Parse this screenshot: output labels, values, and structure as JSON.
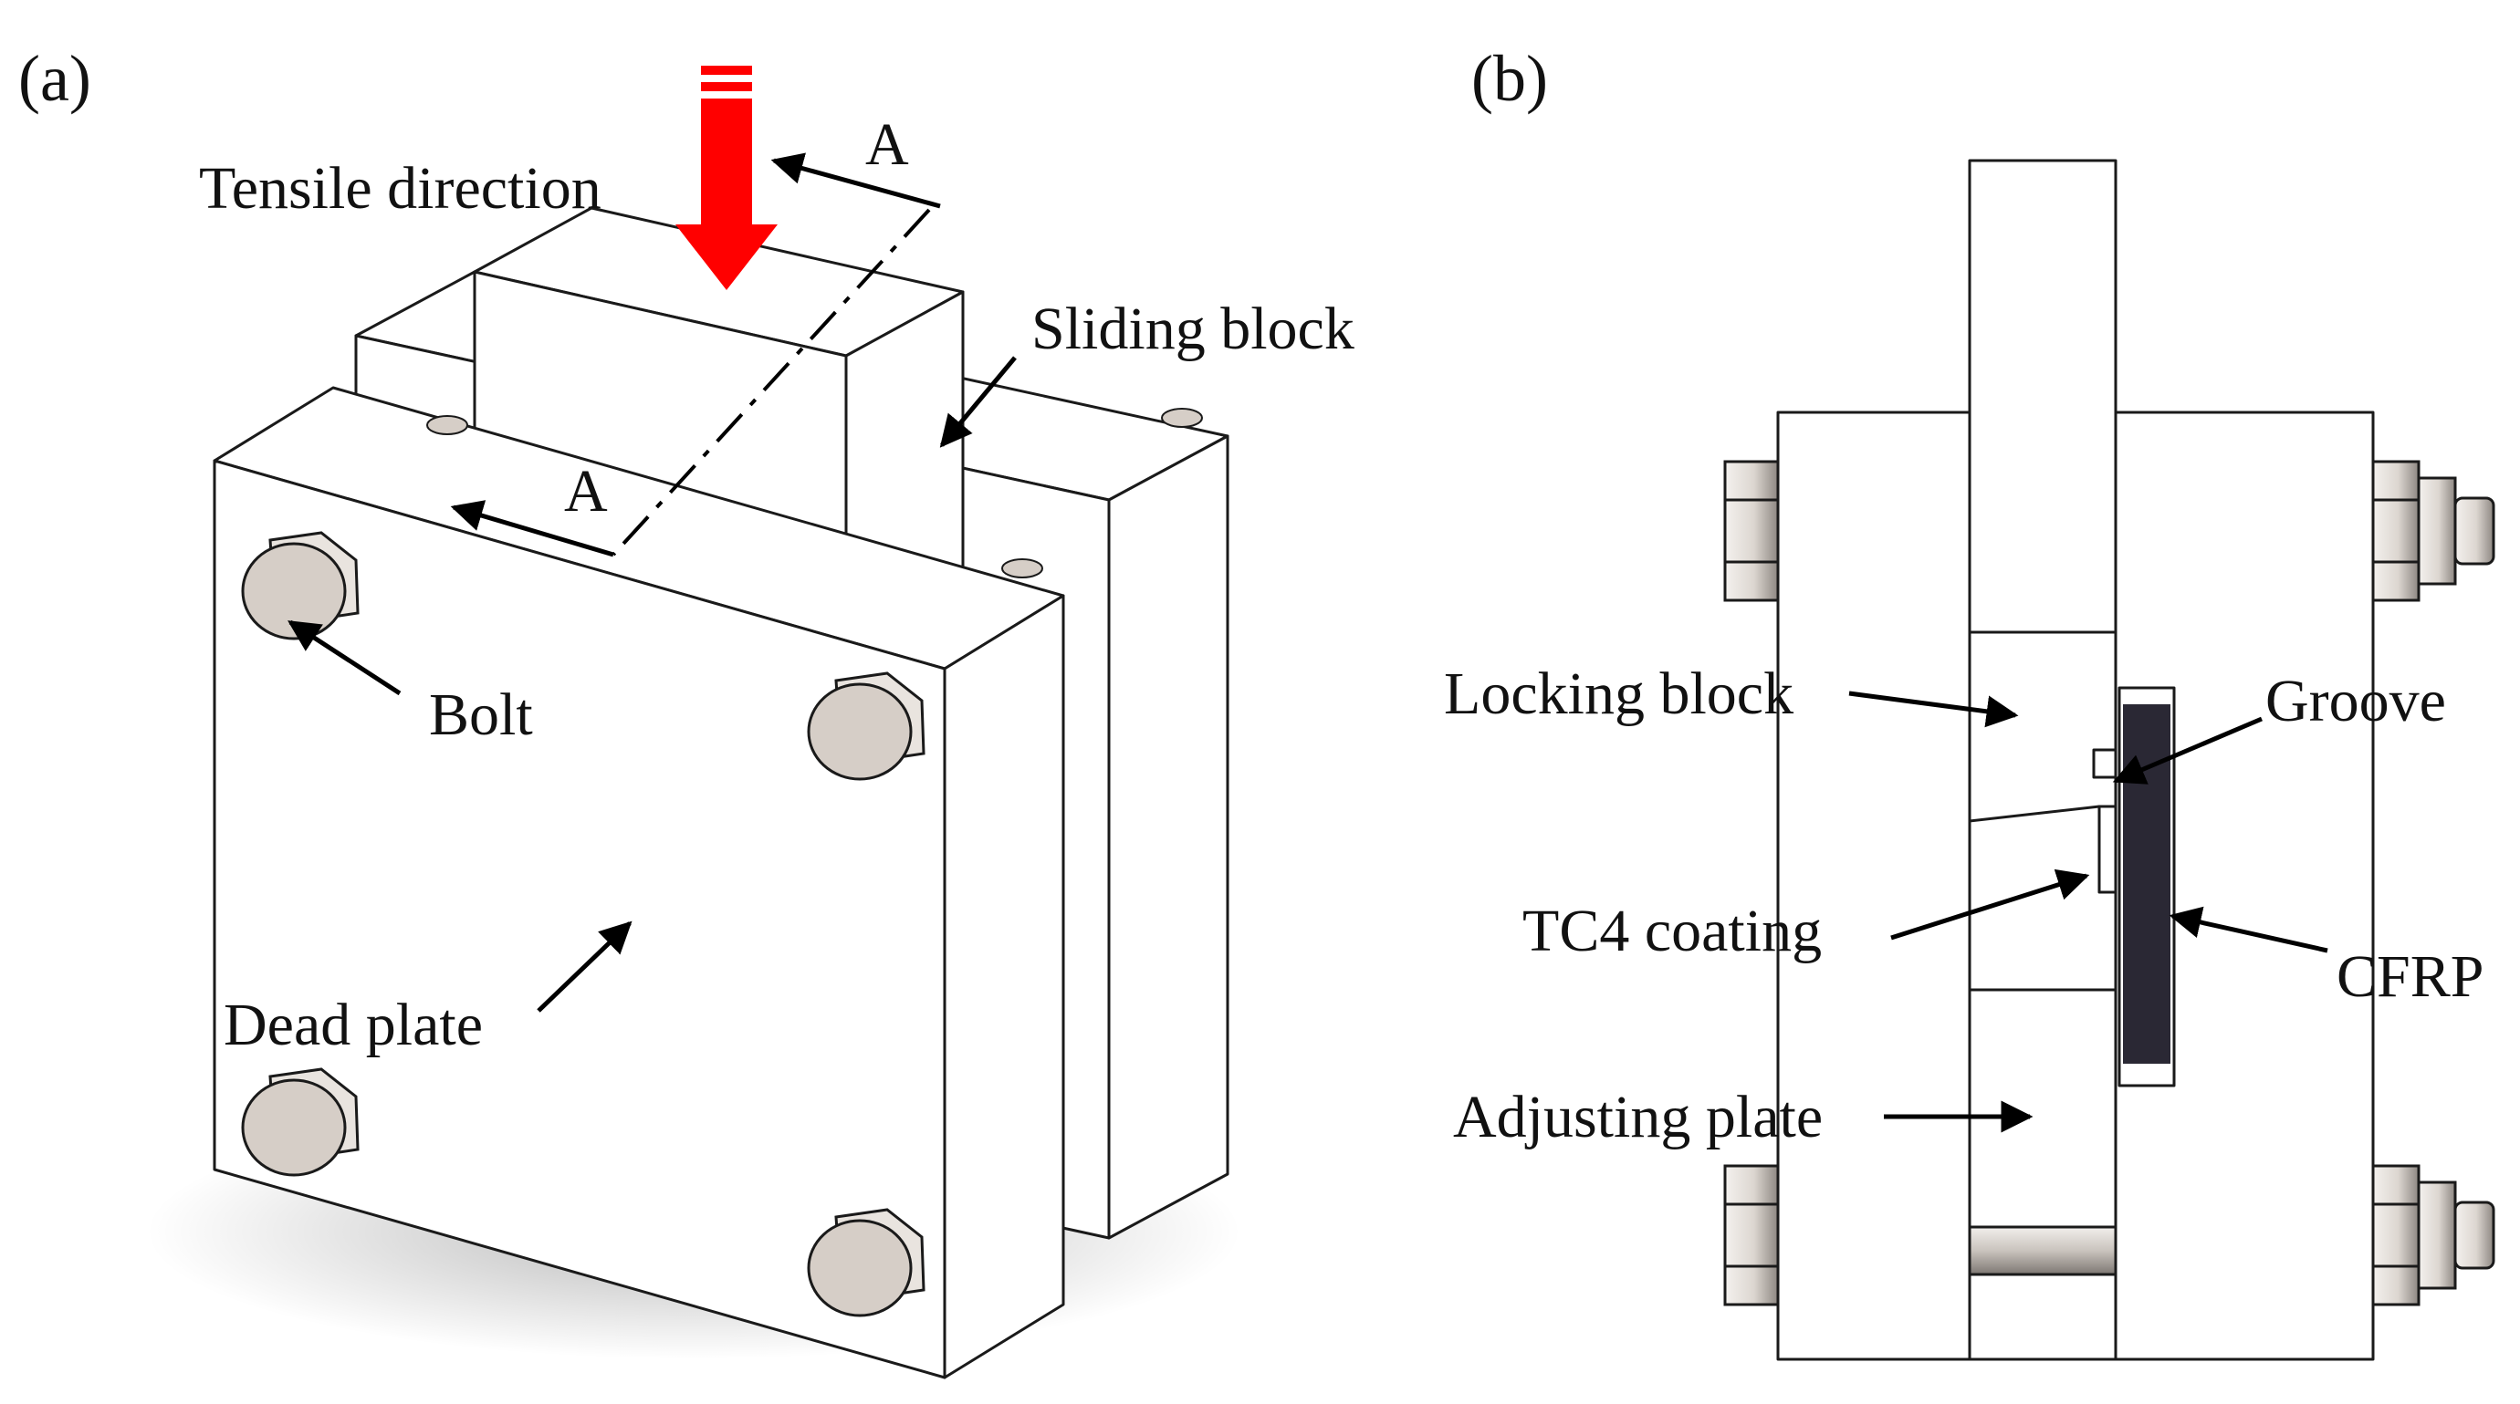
{
  "panels": {
    "a": {
      "tag": "(a)",
      "labels": {
        "tensile_direction": "Tensile direction",
        "section_mark_top": "A",
        "section_mark_bottom": "A",
        "sliding_block": "Sliding block",
        "bolt": "Bolt",
        "dead_plate": "Dead plate"
      }
    },
    "b": {
      "tag": "(b)",
      "labels": {
        "locking_block": "Locking block",
        "groove": "Groove",
        "tc4_coating": "TC4 coating",
        "cfrp": "CFRP",
        "adjusting_plate": "Adjusting plate"
      }
    }
  },
  "colors": {
    "load_arrow": "#ff0000",
    "bolt_head": "#d6cec7",
    "cfrp": "#2a2834",
    "outline": "#1a1a1a",
    "background": "#ffffff"
  }
}
